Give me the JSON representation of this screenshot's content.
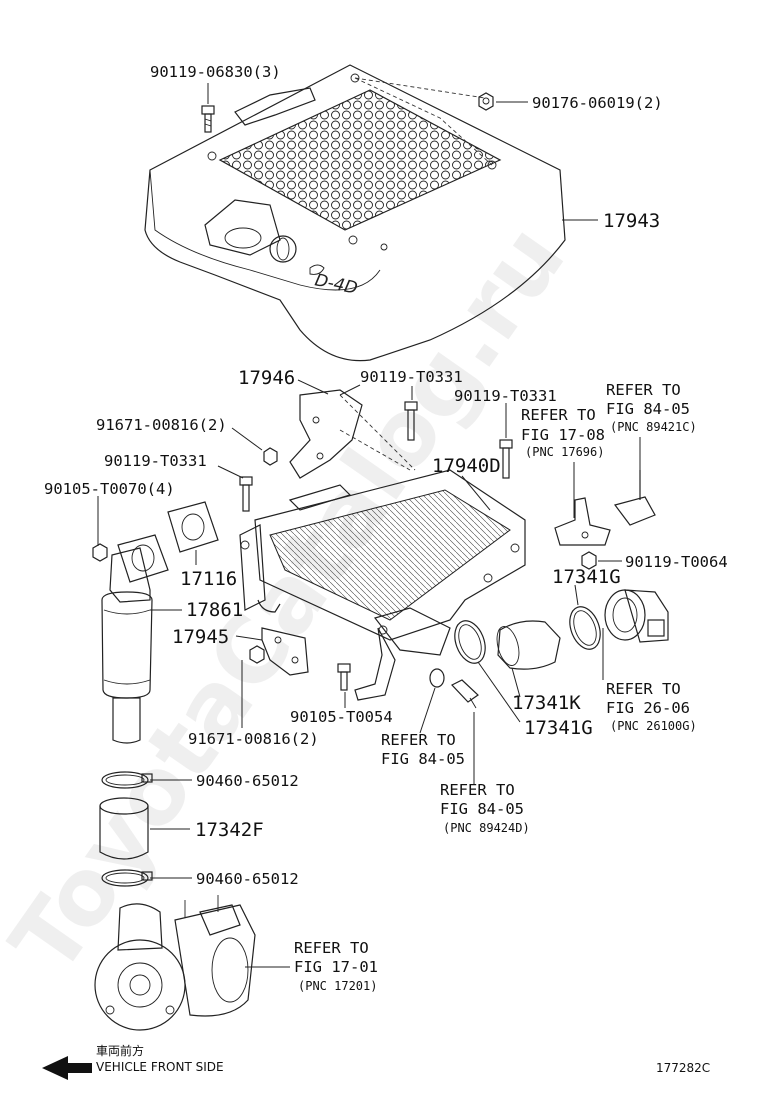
{
  "watermark": "ToyotaCatalog.ru",
  "diagram_code": "177282C",
  "vehicle_note": {
    "japanese": "車両前方",
    "english": "VEHICLE FRONT SIDE"
  },
  "labels": {
    "l01": "90119-06830(3)",
    "l02": "90176-06019(2)",
    "l03": "17943",
    "l04": "17946",
    "l05": "90119-T0331",
    "l06": "90119-T0331",
    "l07": "91671-00816(2)",
    "l08": "90119-T0331",
    "l09": "17940D",
    "l10": "90105-T0070(4)",
    "l11": "17116",
    "l12": "17861",
    "l13": "17945",
    "l14": "91671-00816(2)",
    "l15": "90105-T0054",
    "l16": "17341G",
    "l17": "17341K",
    "l18": "17341G",
    "l19": "90119-T0064",
    "l20": "90460-65012",
    "l21": "17342F",
    "l22": "90460-65012"
  },
  "refers": {
    "r1": {
      "line1": "REFER TO",
      "line2": "FIG 84-05",
      "pnc": "(PNC 89421C)"
    },
    "r2": {
      "line1": "REFER TO",
      "line2": "FIG 17-08",
      "pnc": "(PNC 17696)"
    },
    "r3": {
      "line1": "REFER TO",
      "line2": "FIG 26-06",
      "pnc": "(PNC 26100G)"
    },
    "r4": {
      "line1": "REFER TO",
      "line2": "FIG 84-05"
    },
    "r5": {
      "line1": "REFER TO",
      "line2": "FIG 84-05",
      "pnc": "(PNC 89424D)"
    },
    "r6": {
      "line1": "REFER TO",
      "line2": "FIG 17-01",
      "pnc": "(PNC 17201)"
    }
  }
}
